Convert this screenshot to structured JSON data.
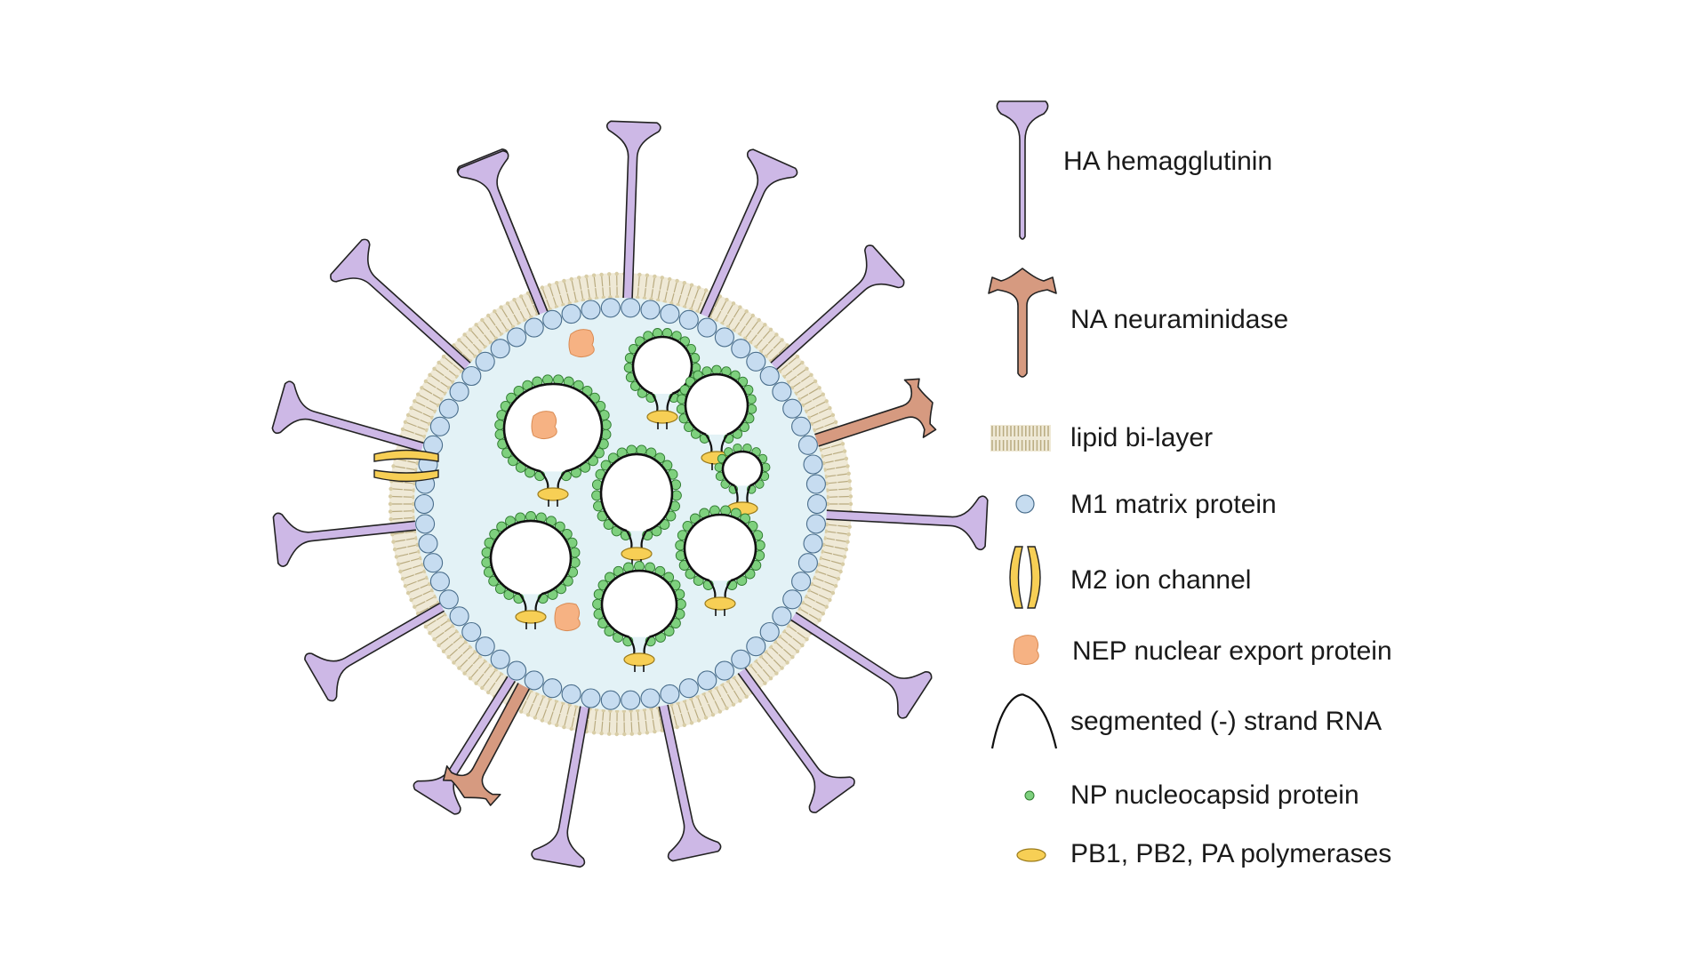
{
  "legend": {
    "items": [
      {
        "key": "ha",
        "label": "HA hemagglutinin",
        "icon": "hemagglutinin-icon",
        "color": "#cdb8e6"
      },
      {
        "key": "na",
        "label": "NA neuraminidase",
        "icon": "neuraminidase-icon",
        "color": "#d69a80"
      },
      {
        "key": "lipid",
        "label": "lipid bi-layer",
        "icon": "lipid-bilayer-icon",
        "color": "#cfc4a0"
      },
      {
        "key": "m1",
        "label": "M1 matrix protein",
        "icon": "m1-matrix-protein-icon",
        "color": "#c6dcf0"
      },
      {
        "key": "m2",
        "label": "M2 ion channel",
        "icon": "m2-ion-channel-icon",
        "color": "#f7cf55"
      },
      {
        "key": "nep",
        "label": "NEP nuclear export protein",
        "icon": "nep-protein-icon",
        "color": "#f6b283"
      },
      {
        "key": "rna",
        "label": "segmented (-) strand RNA",
        "icon": "rna-strand-icon",
        "color": "#111111"
      },
      {
        "key": "np",
        "label": "NP nucleocapsid protein",
        "icon": "np-nucleocapsid-icon",
        "color": "#7ed07e"
      },
      {
        "key": "pol",
        "label": "PB1, PB2, PA polymerases",
        "icon": "polymerase-icon",
        "color": "#f7cf55"
      }
    ]
  },
  "colors": {
    "interior": "#e3f2f6",
    "outline": "#222222"
  }
}
